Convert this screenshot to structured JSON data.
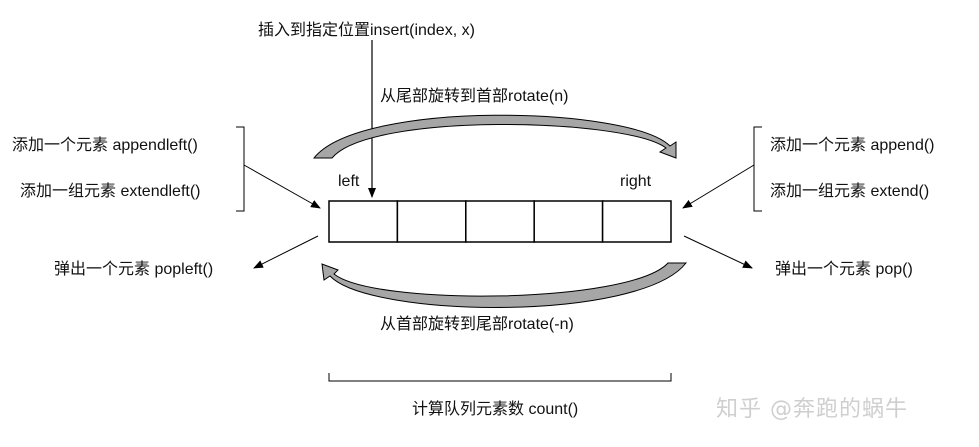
{
  "labels": {
    "insert": "插入到指定位置insert(index, x)",
    "rotate_n": "从尾部旋转到首部rotate(n)",
    "rotate_neg_n": "从首部旋转到尾部rotate(-n)",
    "appendleft": "添加一个元素 appendleft()",
    "extendleft": "添加一组元素 extendleft()",
    "append": "添加一个元素 append()",
    "extend": "添加一组元素 extend()",
    "popleft": "弹出一个元素 popleft()",
    "pop": "弹出一个元素 pop()",
    "left_end": "left",
    "right_end": "right",
    "count": "计算队列元素数 count()"
  },
  "queue": {
    "cells": 5
  },
  "watermark": "知乎 @奔跑的蜗牛",
  "colors": {
    "stroke": "#000000",
    "arrow_fill": "#a6a6a6",
    "text": "#111111",
    "watermark": "#cfcfcf"
  }
}
